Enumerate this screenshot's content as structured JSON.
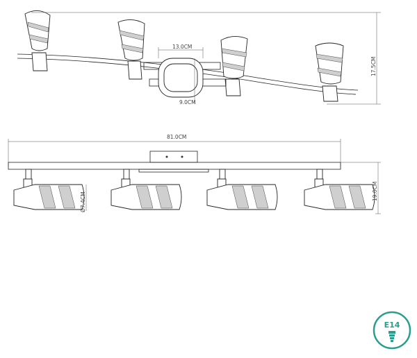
{
  "top_view": {
    "dim_width_center": "13.0CM",
    "dim_depth_center": "9.0CM",
    "dim_height": "17.5CM"
  },
  "side_view": {
    "dim_total_length": "81.0CM",
    "dim_height": "19.0CM",
    "dim_shade_diameter": "Ø7.4CM"
  },
  "badge": {
    "label": "E14",
    "icon": "bulb-icon",
    "color": "#2a9d8f"
  }
}
